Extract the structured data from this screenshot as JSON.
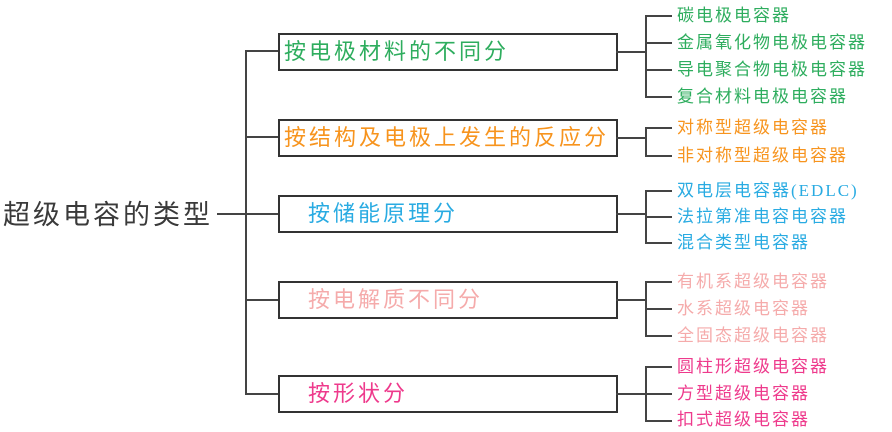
{
  "diagram": {
    "title": "超级电容的类型",
    "line_color": "#444444",
    "root_text_color": "#3a3a3a"
  },
  "root": {
    "label": "超级电容的类型"
  },
  "branches": [
    {
      "label": "按电极材料的不同分",
      "color": "#2ead5e",
      "children": [
        "碳电极电容器",
        "金属氧化物电极电容器",
        "导电聚合物电极电容器",
        "复合材料电极电容器"
      ]
    },
    {
      "label": "按结构及电极上发生的反应分",
      "color": "#f7941e",
      "children": [
        "对称型超级电容器",
        "非对称型超级电容器"
      ]
    },
    {
      "label": "按储能原理分",
      "color": "#29abe2",
      "children": [
        "双电层电容器(EDLC)",
        "法拉第准电容电容器",
        "混合类型电容器"
      ]
    },
    {
      "label": "按电解质不同分",
      "color": "#f5abab",
      "children": [
        "有机系超级电容器",
        "水系超级电容器",
        "全固态超级电容器"
      ]
    },
    {
      "label": "按形状分",
      "color": "#ee3a8c",
      "children": [
        "圆柱形超级电容器",
        "方型超级电容器",
        "扣式超级电容器"
      ]
    }
  ]
}
